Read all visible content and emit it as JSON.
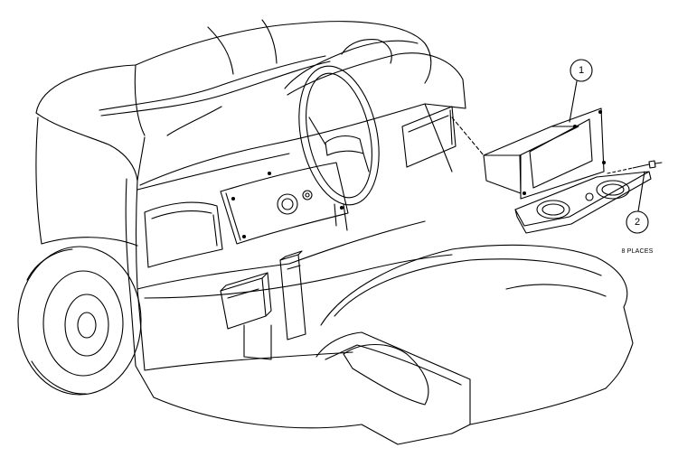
{
  "diagram": {
    "callouts": [
      {
        "number": "1"
      },
      {
        "number": "2",
        "note": "8 PLACES"
      }
    ]
  }
}
